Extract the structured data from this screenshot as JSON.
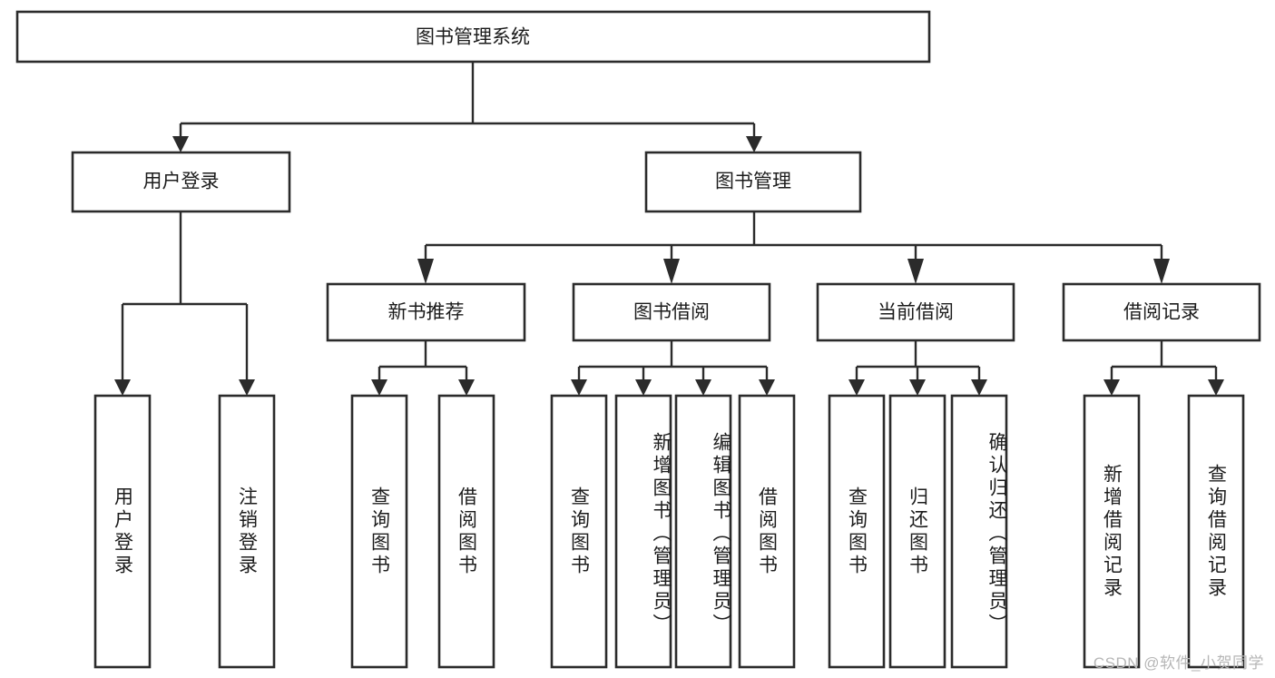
{
  "diagram": {
    "title": "图书管理系统",
    "type": "tree",
    "root": {
      "id": "root",
      "label": "图书管理系统"
    },
    "level2": [
      {
        "id": "user-login",
        "label": "用户登录"
      },
      {
        "id": "book-manage",
        "label": "图书管理"
      }
    ],
    "level3": [
      {
        "id": "new-book-recommend",
        "label": "新书推荐",
        "parent": "book-manage"
      },
      {
        "id": "book-borrow",
        "label": "图书借阅",
        "parent": "book-manage"
      },
      {
        "id": "current-borrow",
        "label": "当前借阅",
        "parent": "book-manage"
      },
      {
        "id": "borrow-record",
        "label": "借阅记录",
        "parent": "book-manage"
      }
    ],
    "leaves": [
      {
        "id": "leaf-user-login",
        "label": "用户登录",
        "parent": "user-login"
      },
      {
        "id": "leaf-logout",
        "label": "注销登录",
        "parent": "user-login"
      },
      {
        "id": "leaf-query-book-1",
        "label": "查询图书",
        "parent": "new-book-recommend"
      },
      {
        "id": "leaf-borrow-book-1",
        "label": "借阅图书",
        "parent": "new-book-recommend"
      },
      {
        "id": "leaf-query-book-2",
        "label": "查询图书",
        "parent": "book-borrow"
      },
      {
        "id": "leaf-add-book",
        "label": "新增图书（管理员）",
        "parent": "book-borrow"
      },
      {
        "id": "leaf-edit-book",
        "label": "编辑图书（管理员）",
        "parent": "book-borrow"
      },
      {
        "id": "leaf-borrow-book-2",
        "label": "借阅图书",
        "parent": "book-borrow"
      },
      {
        "id": "leaf-query-book-3",
        "label": "查询图书",
        "parent": "current-borrow"
      },
      {
        "id": "leaf-return-book",
        "label": "归还图书",
        "parent": "current-borrow"
      },
      {
        "id": "leaf-confirm-return",
        "label": "确认归还（管理员）",
        "parent": "current-borrow"
      },
      {
        "id": "leaf-add-record",
        "label": "新增借阅记录",
        "parent": "borrow-record"
      },
      {
        "id": "leaf-query-record",
        "label": "查询借阅记录",
        "parent": "borrow-record"
      }
    ],
    "colors": {
      "box_fill": "#ffffff",
      "box_stroke": "#2b2b2b",
      "connector": "#2b2b2b",
      "text": "#1c1c1c",
      "background": "#ffffff",
      "watermark": "#b6b6b6"
    }
  },
  "watermark": {
    "text": "CSDN @软件_小贺同学"
  }
}
